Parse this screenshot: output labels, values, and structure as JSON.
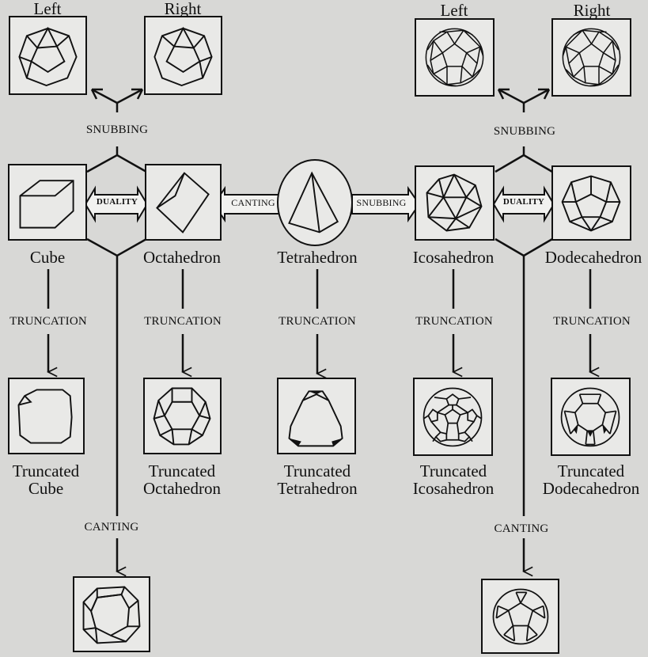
{
  "snub_labels": {
    "left_a": "Left",
    "right_a": "Right",
    "left_b": "Left",
    "right_b": "Right"
  },
  "operations": {
    "snubbing_a": "SNUBBING",
    "snubbing_b": "SNUBBING",
    "snubbing_mid": "SNUBBING",
    "duality_a": "DUALITY",
    "duality_b": "DUALITY",
    "canting_mid": "CANTING",
    "truncation_1": "TRUNCATION",
    "truncation_2": "TRUNCATION",
    "truncation_3": "TRUNCATION",
    "truncation_4": "TRUNCATION",
    "truncation_5": "TRUNCATION",
    "canting_left": "CANTING",
    "canting_right": "CANTING"
  },
  "solids": {
    "cube": "Cube",
    "octahedron": "Octahedron",
    "tetrahedron": "Tetrahedron",
    "icosahedron": "Icosahedron",
    "dodecahedron": "Dodecahedron"
  },
  "truncated": {
    "cube": [
      "Truncated",
      "Cube"
    ],
    "octahedron": [
      "Truncated",
      "Octahedron"
    ],
    "tetrahedron": [
      "Truncated",
      "Tetrahedron"
    ],
    "icosahedron": [
      "Truncated",
      "Icosahedron"
    ],
    "dodecahedron": [
      "Truncated",
      "Dodecahedron"
    ]
  }
}
